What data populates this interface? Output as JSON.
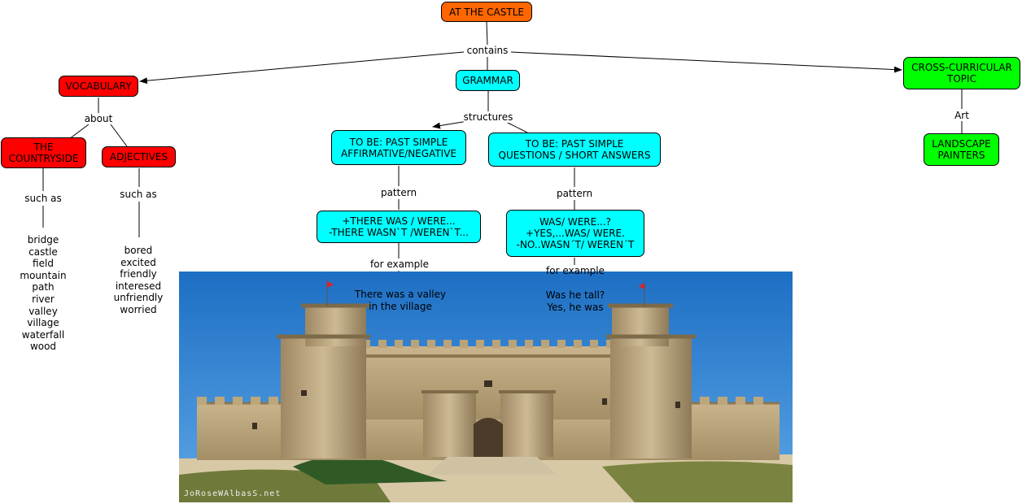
{
  "colors": {
    "orange": "#ff6600",
    "red": "#ff0000",
    "cyan": "#00ffff",
    "green": "#00ff00"
  },
  "root": "AT THE CASTLE",
  "links": {
    "contains": "contains",
    "about": "about",
    "structures": "structures",
    "art": "Art",
    "such_as_1": "such as",
    "such_as_2": "such as",
    "pattern_1": "pattern",
    "pattern_2": "pattern",
    "for_example_1": "for example",
    "for_example_2": "for example"
  },
  "nodes": {
    "vocabulary": "VOCABULARY",
    "grammar": "GRAMMAR",
    "cross_curricular": "CROSS-CURRICULAR\nTOPIC",
    "countryside": "THE\nCOUNTRYSIDE",
    "adjectives": "ADJECTIVES",
    "past_simple_aff": "TO BE: PAST SIMPLE\nAFFIRMATIVE/NEGATIVE",
    "past_simple_q": "TO BE: PAST SIMPLE\nQUESTIONS / SHORT ANSWERS",
    "landscape": "LANDSCAPE\nPAINTERS",
    "pattern_aff": "+THERE WAS / WERE...\n-THERE WASN`T /WEREN`T...",
    "pattern_q": "WAS/ WERE...?\n+YES,...WAS/ WERE.\n-NO..WASN´T/ WEREN´T"
  },
  "countryside_words": [
    "bridge",
    "castle",
    "field",
    "mountain",
    "path",
    "river",
    "valley",
    "village",
    "waterfall",
    "wood"
  ],
  "adjective_words": [
    "bored",
    "excited",
    "friendly",
    "interesed",
    "unfriendly",
    "worried"
  ],
  "examples": {
    "aff": "There was a valley\nin the village",
    "q": "Was he tall?\nYes, he was"
  },
  "watermark": "JoRoseWAlbasS.net"
}
